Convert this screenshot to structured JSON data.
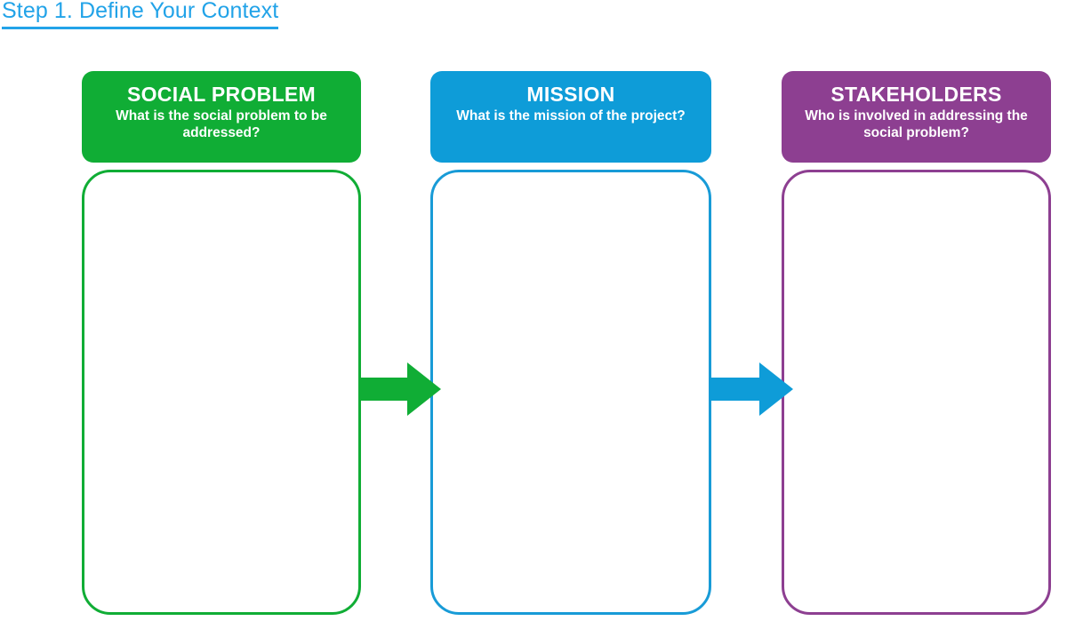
{
  "page": {
    "title": "Step 1. Define Your Context"
  },
  "colors": {
    "title": "#22A3E8",
    "green": "#10AD35",
    "blue": "#0E9CD8",
    "purple": "#8D3F91",
    "background": "#FFFFFF"
  },
  "columns": [
    {
      "key": "social-problem",
      "heading": "SOCIAL PROBLEM",
      "subheading": "What is the social problem to be addressed?",
      "color": "#10AD35",
      "body_value": ""
    },
    {
      "key": "mission",
      "heading": "MISSION",
      "subheading": "What is the mission of the project?",
      "color": "#0E9CD8",
      "body_value": ""
    },
    {
      "key": "stakeholders",
      "heading": "STAKEHOLDERS",
      "subheading": "Who is involved in addressing the social problem?",
      "color": "#8D3F91",
      "body_value": ""
    }
  ],
  "arrows": [
    {
      "key": "arrow-social-problem-to-mission",
      "icon": "arrow-right-icon",
      "color": "#10AD35"
    },
    {
      "key": "arrow-mission-to-stakeholders",
      "icon": "arrow-right-icon",
      "color": "#0E9CD8"
    }
  ]
}
